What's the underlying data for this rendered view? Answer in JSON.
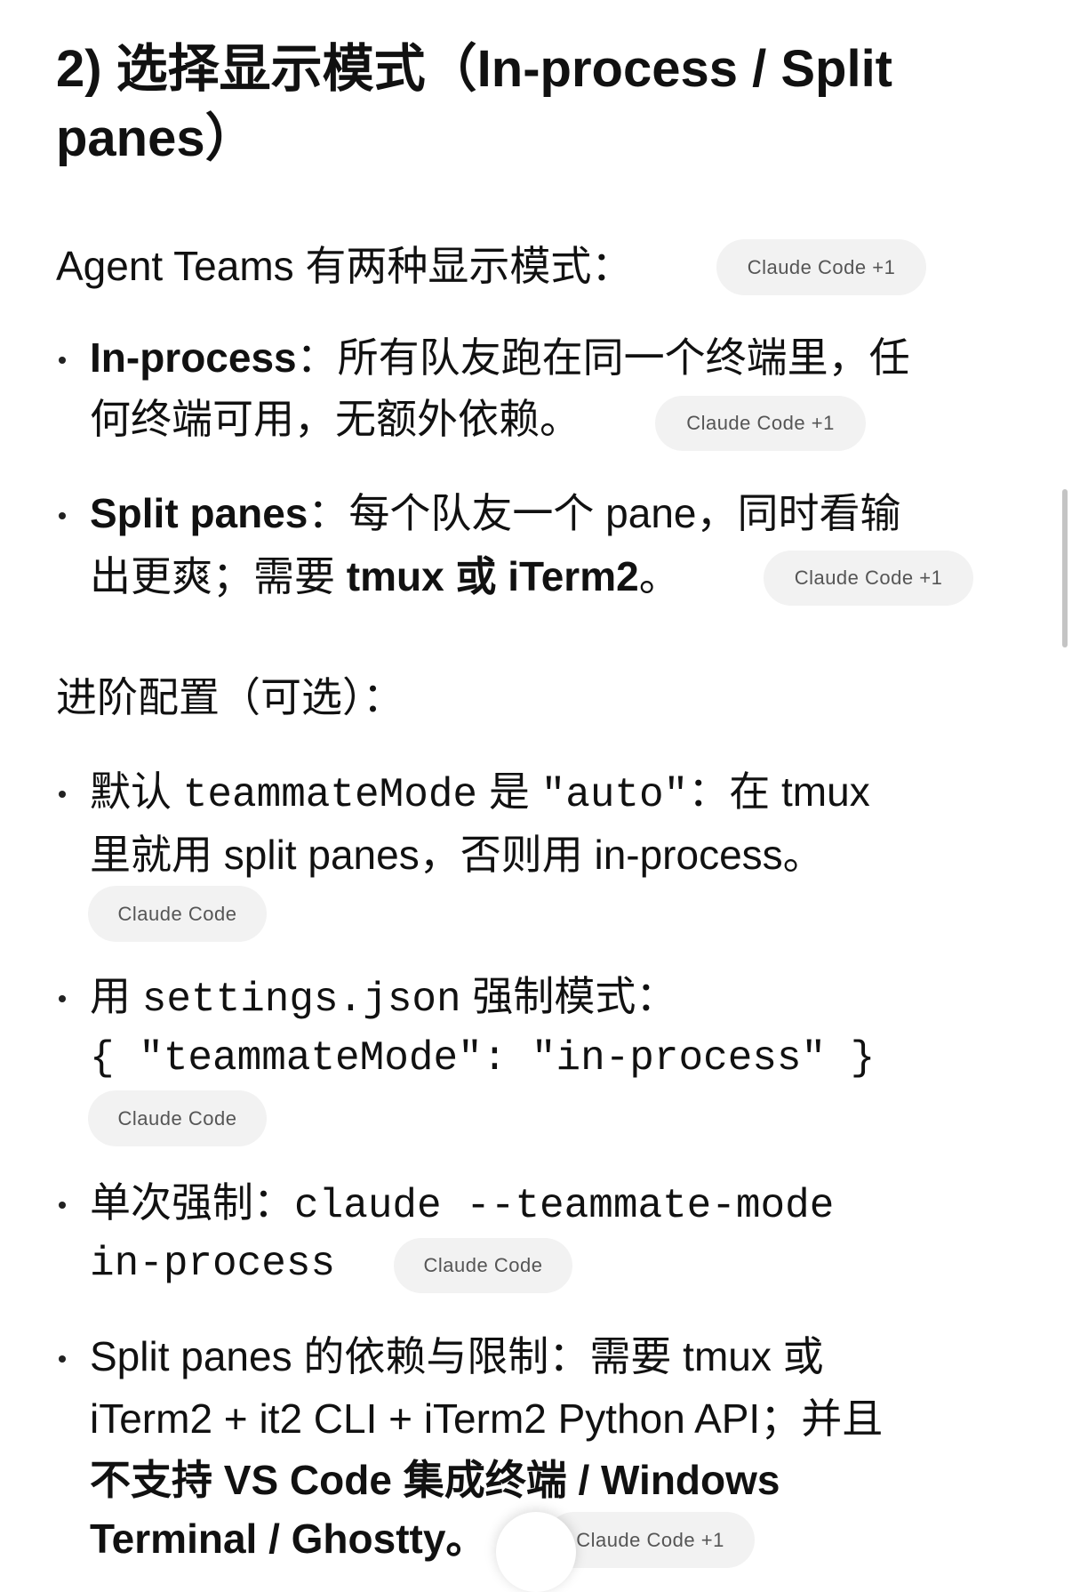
{
  "heading": {
    "line1": "2) 选择显示模式（In-process / Split",
    "line2": "panes）"
  },
  "intro": "Agent Teams 有两种显示模式：",
  "chips": {
    "c1": "Claude Code +1",
    "c2": "Claude Code"
  },
  "b1": {
    "bold": "In-process",
    "l1": "：所有队友跑在同一个终端里，任",
    "l2": "何终端可用，无额外依赖。"
  },
  "b2": {
    "bold": "Split panes",
    "l1": "：每个队友一个 pane，同时看输",
    "l2a": "出更爽；需要 ",
    "l2b": "tmux 或 iTerm2",
    "l2c": "。"
  },
  "advanced": "进阶配置（可选）：",
  "b3": {
    "a": "默认 ",
    "code": "teammateMode",
    "b": " 是 ",
    "code2": "\"auto\"",
    "c": "：在 tmux",
    "l2": "里就用 split panes，否则用 in-process。"
  },
  "b4": {
    "a": "用 ",
    "code": "settings.json",
    "b": " 强制模式：",
    "l2": "{ \"teammateMode\": \"in-process\" }"
  },
  "b5": {
    "a": "单次强制：",
    "code": "claude --teammate-mode",
    "l2": "in-process"
  },
  "b6": {
    "l1": "Split panes 的依赖与限制：需要 tmux 或",
    "l2": "iTerm2 + it2 CLI + iTerm2 Python API；并且",
    "l3": "不支持 VS Code 集成终端 / Windows",
    "l4": "Terminal / Ghostty。"
  }
}
